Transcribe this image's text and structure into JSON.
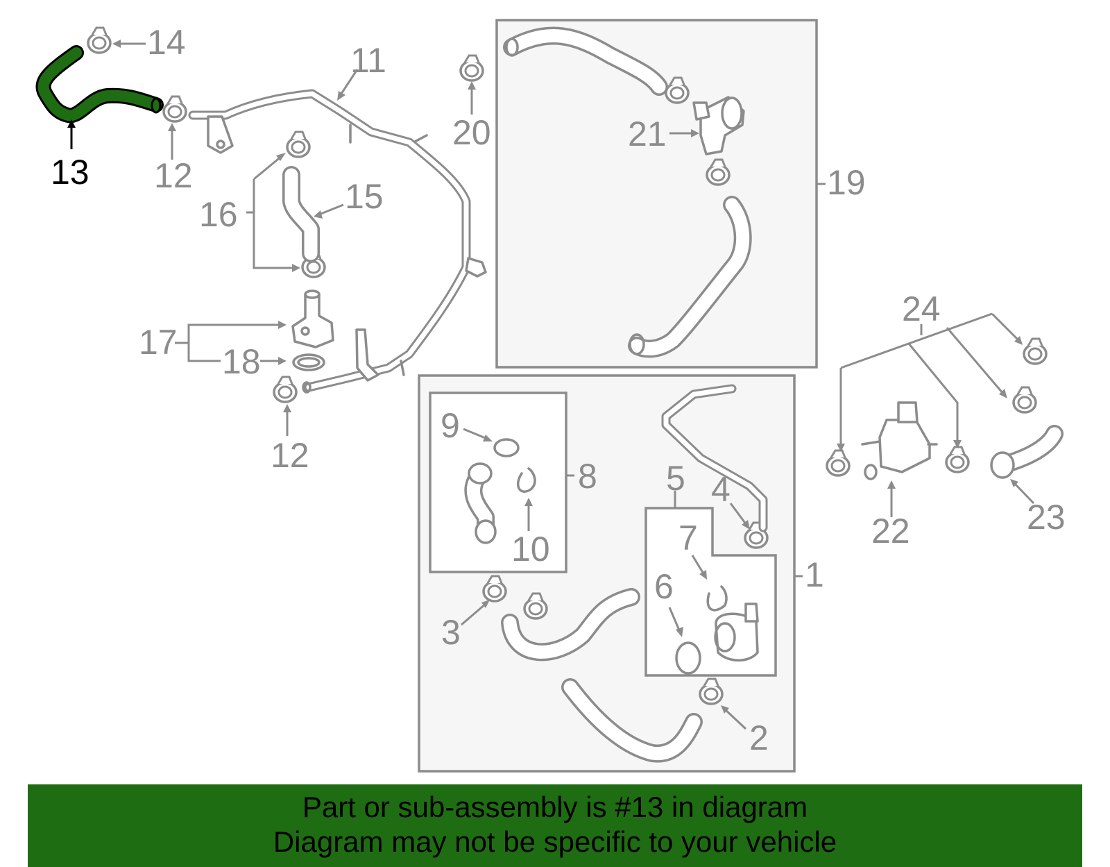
{
  "callouts": {
    "c1": "1",
    "c2": "2",
    "c3": "3",
    "c4": "4",
    "c5": "5",
    "c6": "6",
    "c7": "7",
    "c8": "8",
    "c9": "9",
    "c10": "10",
    "c11": "11",
    "c12a": "12",
    "c12b": "12",
    "c13": "13",
    "c14": "14",
    "c15": "15",
    "c16": "16",
    "c17": "17",
    "c18": "18",
    "c19": "19",
    "c20": "20",
    "c21": "21",
    "c22": "22",
    "c23": "23",
    "c24": "24"
  },
  "highlight": {
    "part_number": "13",
    "color": "#1f6d12"
  },
  "colors": {
    "line": "#8c8c8c",
    "box_fill": "#f6f6f6",
    "banner": "#1f6d12",
    "highlight_text": "#000000"
  },
  "footer": {
    "line1": "Part or sub-assembly is #13 in diagram",
    "line2": "Diagram may not be specific to your vehicle"
  }
}
